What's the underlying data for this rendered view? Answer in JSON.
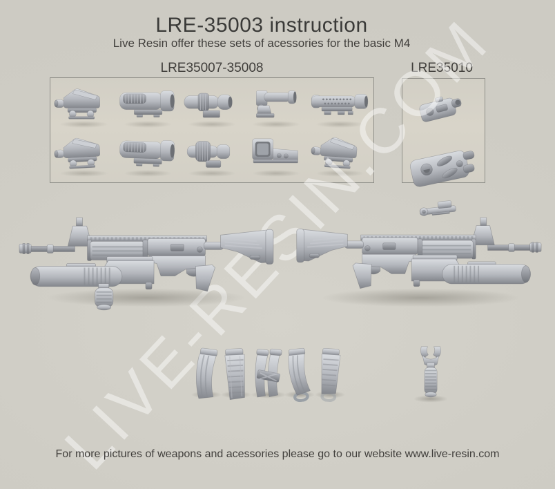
{
  "colors": {
    "background": "#cfcdc5",
    "panel_fill": "#d6d2c7",
    "panel_border": "#8e8e88",
    "text": "#3a3a38",
    "watermark": "rgba(255,255,255,0.45)",
    "part_light": "#d8dbdf",
    "part_dark": "#84878d"
  },
  "header": {
    "title": "LRE-35003 instruction",
    "subtitle": "Live Resin offer these sets of acessories for the basic M4"
  },
  "panels": {
    "optics": {
      "label": "LRE35007-35008",
      "items": [
        "acog-scope",
        "elcan-specter-scope",
        "3x-magnifier",
        "compact-scope-on-riser-mount",
        "tactical-scope-with-side-rail-dots",
        "acog-scope-alt-view",
        "elcan-specter-scope-alt-view",
        "knurled-magnifier",
        "eotech-holographic-sight",
        "acog-scope-rear-view"
      ]
    },
    "lasers": {
      "label": "LRE35010",
      "items": [
        "an-peq-15-laser-battery-box",
        "an-peq-2-laser-box"
      ]
    }
  },
  "figures": {
    "rifles": [
      "m4-carbine-with-m203-and-vertical-foregrip",
      "m4-carbine-with-m203-mirrored"
    ],
    "loose_parts": [
      "rail-adapter-mount",
      "stanag-30rd-magazine",
      "ribbed-polymer-magazine",
      "coupled-twin-magazines",
      "magazine-with-pull-loop",
      "ribbed-magazine-with-ranger-plate",
      "vertical-foregrip-with-barrel-clamp"
    ]
  },
  "watermark": {
    "text": "LIVE-RESIN.COM"
  },
  "footer": {
    "text": "For more pictures of weapons and acessories please go to our website www.live-resin.com"
  }
}
